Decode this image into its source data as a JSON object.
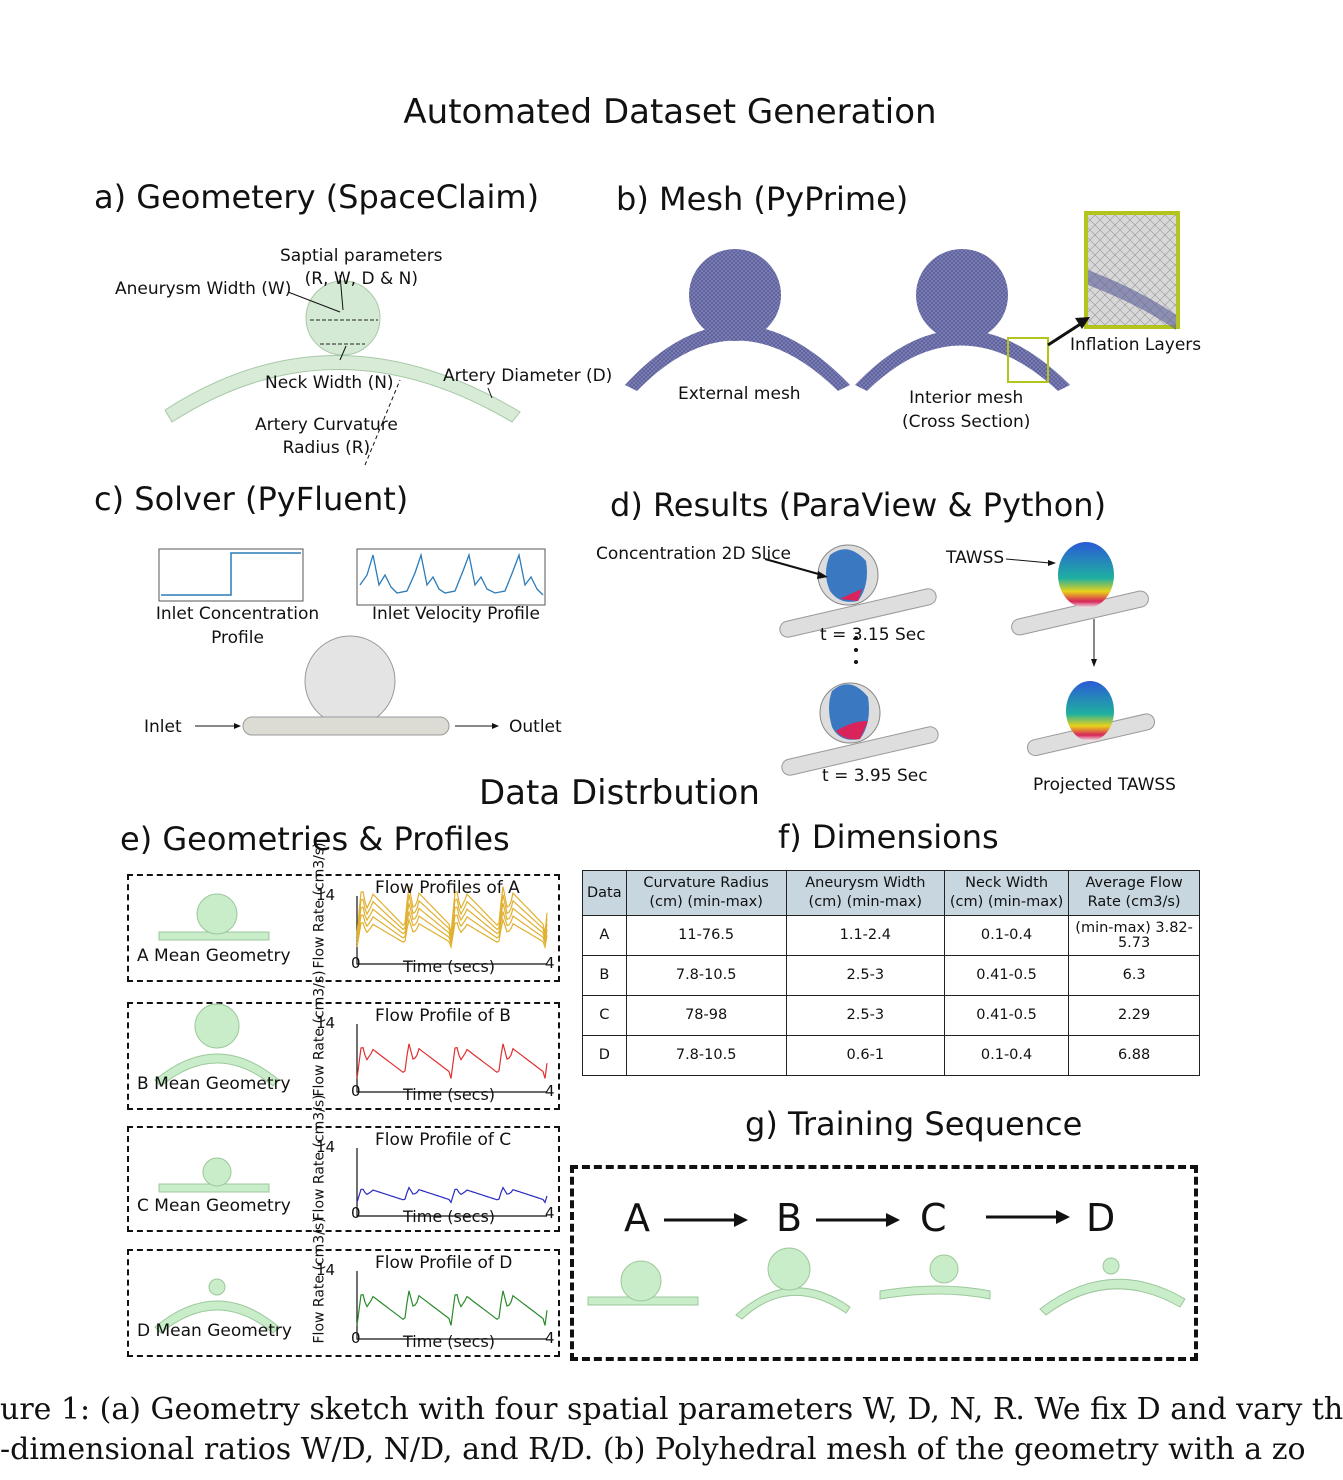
{
  "title": "Automated Dataset Generation",
  "panels": {
    "a": {
      "title": "a) Geometery  (SpaceClaim)",
      "spatial_params_l1": "Saptial parameters",
      "spatial_params_l2": "(R, W, D & N)",
      "aneurysm_width": "Aneurysm Width (W)",
      "neck_width": "Neck Width (N)",
      "artery_diameter": "Artery Diameter (D)",
      "curv_l1": "Artery Curvature",
      "curv_l2": "Radius (R)"
    },
    "b": {
      "title": "b) Mesh  (PyPrime)",
      "external": "External mesh",
      "interior_l1": "Interior mesh",
      "interior_l2": "(Cross Section)",
      "inflation": "Inflation Layers"
    },
    "c": {
      "title": "c) Solver  (PyFluent)",
      "inlet_conc_l1": "Inlet Concentration",
      "inlet_conc_l2": "Profile",
      "inlet_vel": "Inlet Velocity Profile",
      "inlet": "Inlet",
      "outlet": "Outlet"
    },
    "d": {
      "title": "d) Results (ParaView & Python)",
      "conc_slice": "Concentration 2D Slice",
      "tawss": "TAWSS",
      "t1": "t = 3.15 Sec",
      "t2": "t = 3.95 Sec",
      "projected": "Projected TAWSS"
    },
    "section2": "Data Distrbution",
    "e": {
      "title": "e) Geometries & Profiles",
      "ylabel": "Flow Rate (cm3/s)",
      "xlabel": "Time (secs)",
      "ymax": "14",
      "x0": "0",
      "x1": "4",
      "items": [
        {
          "geom": "A  Mean Geometry",
          "plot": "Flow Profiles of A",
          "color": "#e0b030"
        },
        {
          "geom": "B Mean Geometry",
          "plot": "Flow Profile of B",
          "color": "#e03030"
        },
        {
          "geom": "C Mean Geometry",
          "plot": "Flow Profile of C",
          "color": "#2a2ac0"
        },
        {
          "geom": "D Mean Geometry",
          "plot": "Flow Profile of D",
          "color": "#2a8a2a"
        }
      ]
    },
    "f": {
      "title": "f) Dimensions",
      "headers": [
        "Data",
        "Curvature Radius (cm) (min-max)",
        "Aneurysm Width (cm) (min-max)",
        "Neck Width (cm) (min-max)",
        "Average Flow Rate (cm3/s)"
      ],
      "rows": [
        [
          "A",
          "11-76.5",
          "1.1-2.4",
          "0.1-0.4",
          "(min-max) 3.82-5.73"
        ],
        [
          "B",
          "7.8-10.5",
          "2.5-3",
          "0.41-0.5",
          "6.3"
        ],
        [
          "C",
          "78-98",
          "2.5-3",
          "0.41-0.5",
          "2.29"
        ],
        [
          "D",
          "7.8-10.5",
          "0.6-1",
          "0.1-0.4",
          "6.88"
        ]
      ]
    },
    "g": {
      "title": "g) Training Sequence",
      "seq": [
        "A",
        "B",
        "C",
        "D"
      ]
    }
  },
  "caption": {
    "l1": "ure 1: (a) Geometry sketch with four spatial parameters W, D, N, R. We fix D and vary th",
    "l2": "-dimensional ratios W/D, N/D, and R/D. (b) Polyhedral mesh of the geometry with a zo"
  }
}
